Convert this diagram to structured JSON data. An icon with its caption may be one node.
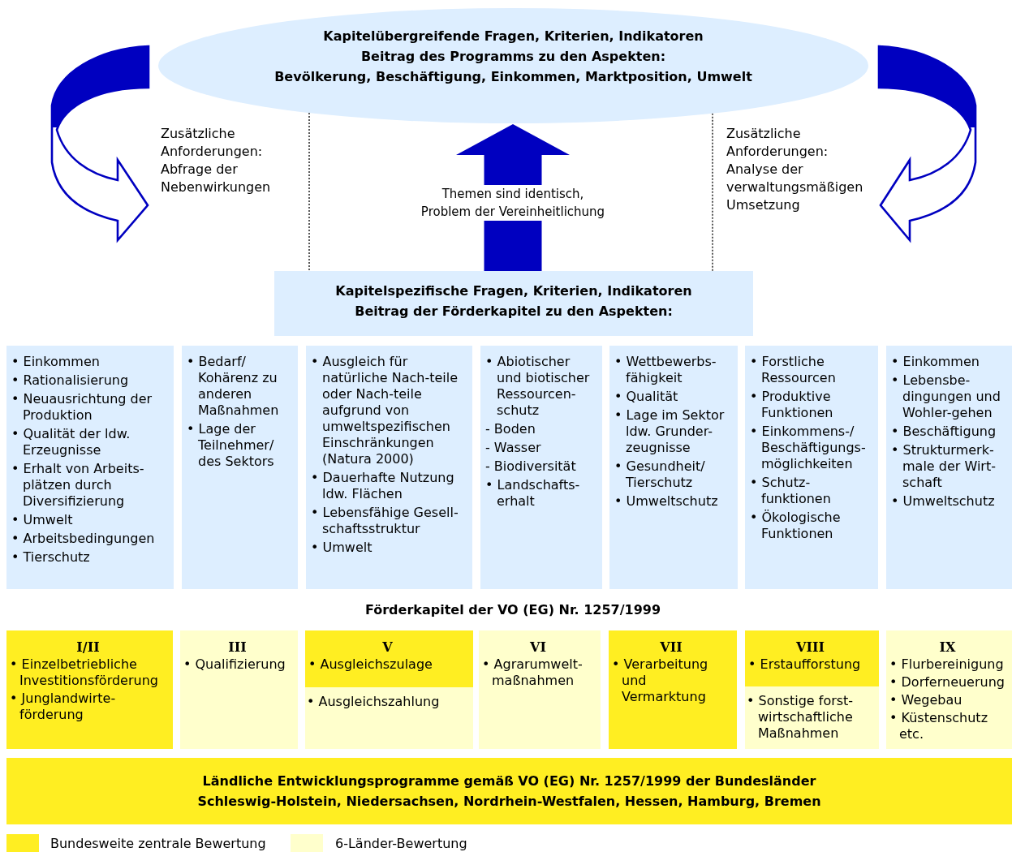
{
  "diagram": {
    "nodes": [
      {
        "text": [
          "Kapitelübergreifende Fragen, Kriterien, Indikatoren",
          "Beitrag des Programms zu den Aspekten:",
          "Bevölkerung, Beschäftigung, Einkommen, Marktposition, Umwelt"
        ]
      },
      {
        "text": [
          "Zusätzliche Anforderungen: Abfrage der Nebenwirkungen"
        ]
      },
      {
        "text": [
          "Zusätzliche Anforderungen: Analyse der verwaltungsmäßigen Umsetzung"
        ]
      },
      {
        "text": [
          "Kapitelspezifische Fragen, Kriterien, Indikatoren",
          "Beitrag der Förderkapitel zu den Aspekten:"
        ]
      },
      {
        "text": [
          "• Einkommen",
          "• Rationalisierung",
          "• Neuausrichtung der Produktion",
          "• Qualität der ldw. Erzeugnisse",
          "• Erhalt von Arbeits-plätzen durch Diversifizierung",
          "• Umwelt",
          "• Arbeitsbedingungen",
          "• Tierschutz"
        ]
      },
      {
        "text": [
          "• Bedarf/ Kohärenz zu anderen Maßnahmen",
          "• Lage der Teilnehmer/ des Sektors"
        ]
      },
      {
        "text": [
          "• Ausgleich für natürliche Nach-teile oder Nach-teile aufgrund von umweltspezifischen Einschränkungen (Natura 2000)",
          "• Dauerhafte Nutzung ldw. Flächen",
          "• Lebensfähige Gesell-schaftsstruktur",
          "• Umwelt"
        ]
      },
      {
        "text": [
          "• Abiotischer und biotischer Ressourcen-schutz",
          "- Boden",
          "- Wasser",
          "- Biodiversität",
          "• Landschafts-erhalt"
        ]
      },
      {
        "text": [
          "• Wettbewerbs-fähigkeit",
          "• Qualität",
          "• Lage im Sektor ldw. Grunder-zeugnisse",
          "• Gesundheit/ Tierschutz",
          "• Umweltschutz"
        ]
      },
      {
        "text": [
          "• Forstliche Ressourcen",
          "• Produktive Funktionen",
          "• Einkommens-/ Beschäftigungs-möglichkeiten",
          "• Schutz-funktionen",
          "• Ökologische Funktionen"
        ]
      },
      {
        "text": [
          "• Einkommen",
          "• Lebensbe-dingungen und Wohler-gehen",
          "• Beschäftigung",
          "• Strukturmerk-male der Wirt-schaft",
          "• Umweltschutz"
        ]
      },
      {
        "text": [
          "I/II",
          "• Einzelbetriebliche Investitionsförderung",
          "• Junglandwirte-förderung"
        ]
      },
      {
        "text": [
          "III",
          "• Qualifizierung"
        ]
      },
      {
        "text": [
          "V",
          "• Ausgleichszulage"
        ]
      },
      {
        "text": [
          "• Ausgleichszahlung"
        ]
      },
      {
        "text": [
          "VI",
          "• Agrarumwelt-maßnahmen"
        ]
      },
      {
        "text": [
          "VII",
          "• Verarbeitung und Vermarktung"
        ]
      },
      {
        "text": [
          "VIII",
          "• Erstaufforstung"
        ]
      },
      {
        "text": [
          "• Sonstige forst-wirtschaftliche Maßnahmen"
        ]
      },
      {
        "text": [
          "IX",
          "• Flurbereinigung",
          "• Dorferneuerung",
          "• Wegebau",
          "• Küstenschutz etc."
        ]
      },
      {
        "text": [
          "Ländliche Entwicklungsprogramme gemäß VO (EG) Nr. 1257/1999 der Bundesländer",
          "Schleswig-Holstein, Niedersachsen, Nordrhein-Westfalen, Hessen, Hamburg, Bremen"
        ]
      }
    ],
    "edges": [
      {
        "from": 0,
        "to": 1,
        "arrow": "to",
        "style": "thick",
        "color": "#0000c0"
      },
      {
        "from": 0,
        "to": 2,
        "arrow": "to",
        "style": "thick",
        "color": "#0000c0"
      },
      {
        "from": 3,
        "to": 0,
        "arrow": "to",
        "style": "thick",
        "color": "#0000c0",
        "label": "Themen sind identisch, Problem der Vereinheitlichung"
      },
      {
        "from": 0,
        "to": 3,
        "arrow": "none",
        "style": "dashed"
      },
      {
        "from": 0,
        "to": 3,
        "arrow": "none",
        "style": "dashed"
      }
    ],
    "labels": [
      "Förderkapitel der VO (EG) Nr. 1257/1999"
    ],
    "legend": [
      {
        "text": "Bundesweite zentrale Bewertung",
        "color": "#ffee22"
      },
      {
        "text": "6-Länder-Bewertung",
        "color": "#ffffcc"
      }
    ]
  }
}
